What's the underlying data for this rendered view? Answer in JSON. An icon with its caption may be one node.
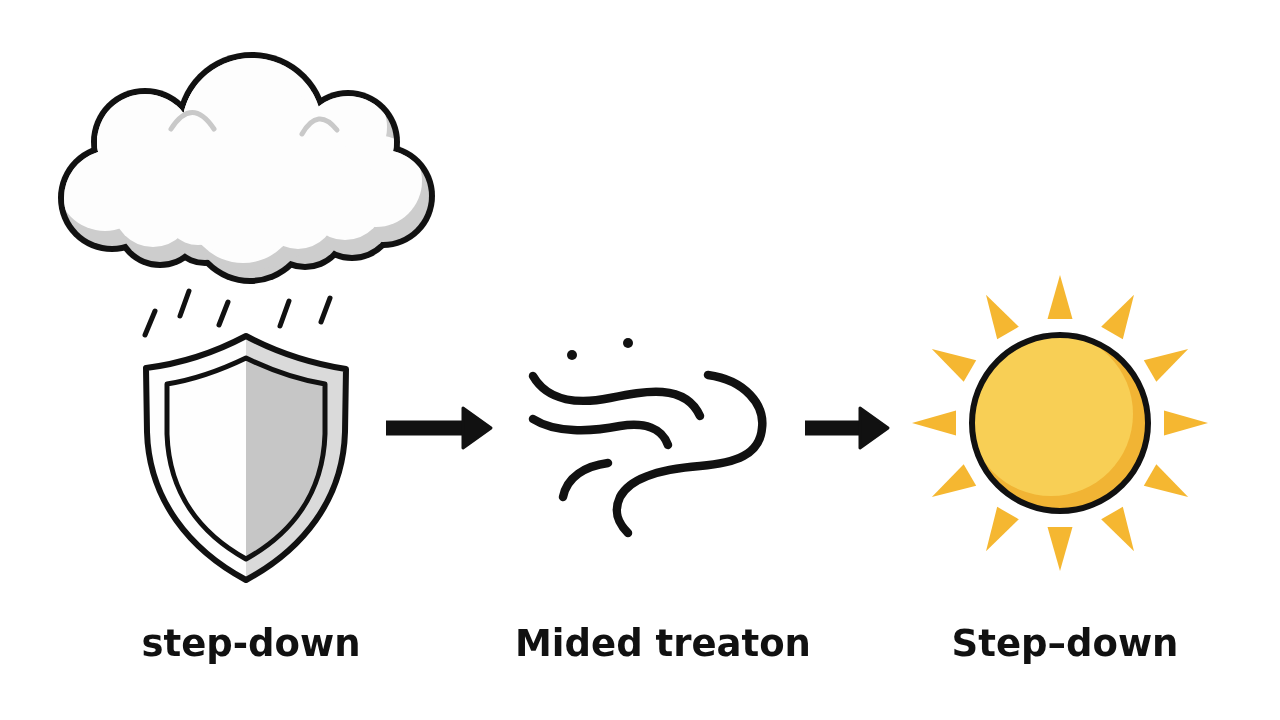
{
  "diagram": {
    "nodes": [
      {
        "text": [],
        "shape": "picture",
        "beside": [
          "step-down"
        ]
      },
      {
        "text": [],
        "shape": "picture",
        "beside": [
          "Mided treaton"
        ]
      },
      {
        "text": [],
        "shape": "picture",
        "beside": [
          "Step–down"
        ]
      }
    ],
    "edges": [
      {
        "from": 0,
        "to": 1,
        "arrow": "to"
      },
      {
        "from": 1,
        "to": 2,
        "arrow": "to"
      }
    ]
  }
}
